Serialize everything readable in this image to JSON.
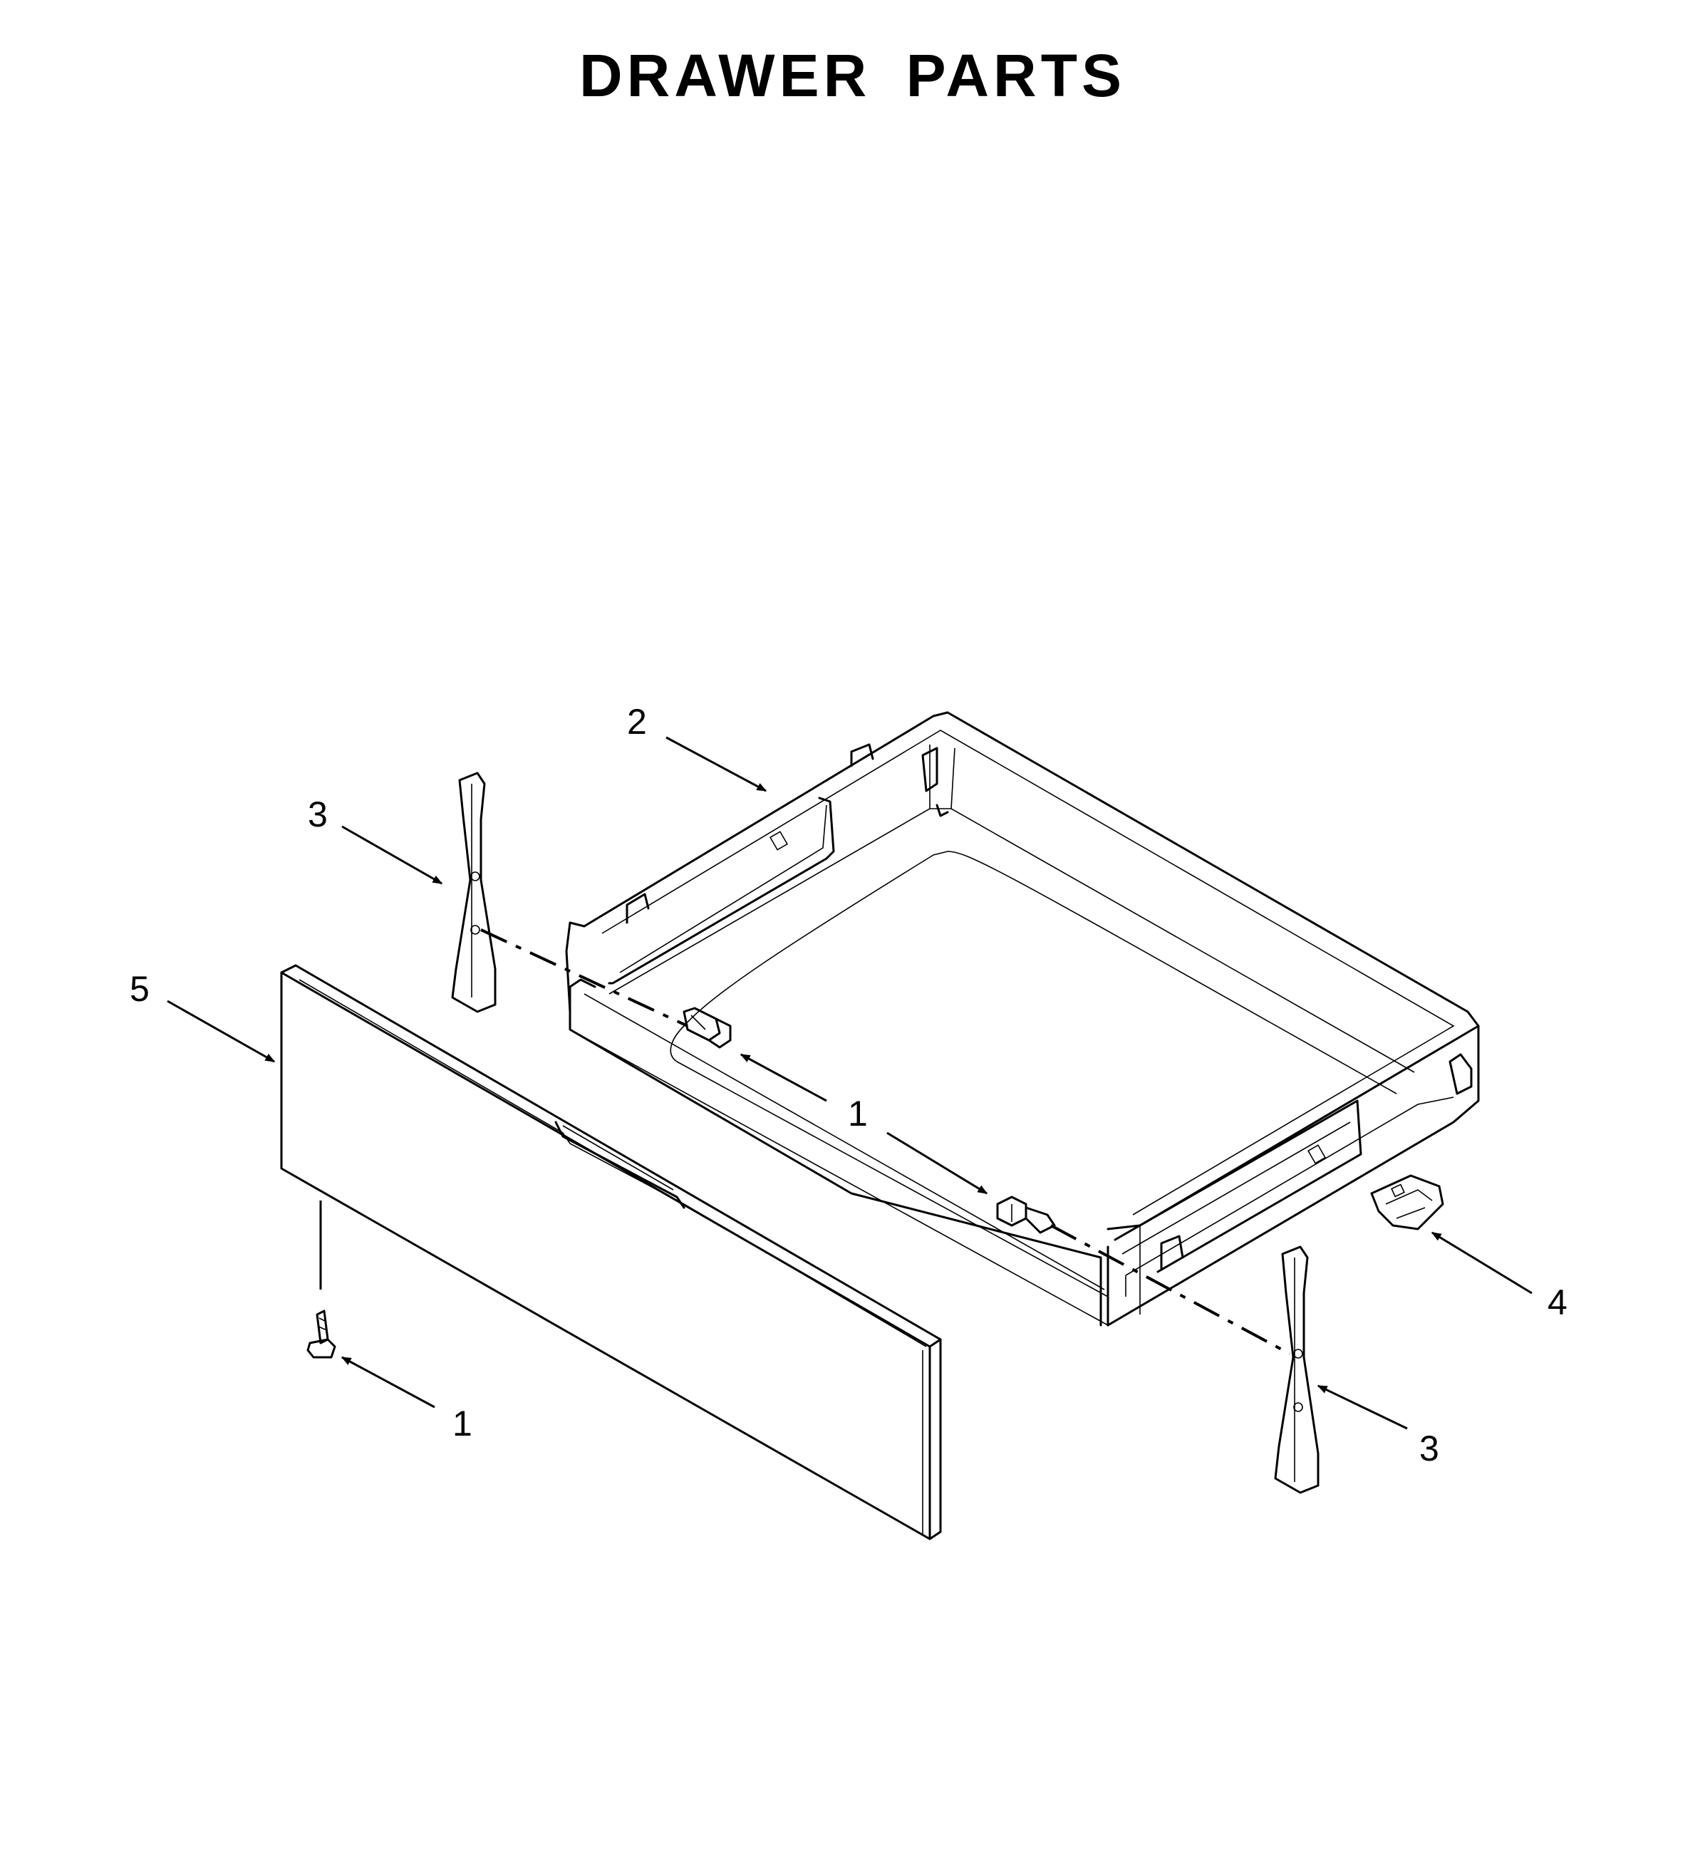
{
  "title": "DRAWER PARTS",
  "callouts": [
    {
      "id": "c1a",
      "label": "1"
    },
    {
      "id": "c1b",
      "label": "1"
    },
    {
      "id": "c2",
      "label": "2"
    },
    {
      "id": "c3a",
      "label": "3"
    },
    {
      "id": "c3b",
      "label": "3"
    },
    {
      "id": "c4",
      "label": "4"
    },
    {
      "id": "c5",
      "label": "5"
    }
  ]
}
